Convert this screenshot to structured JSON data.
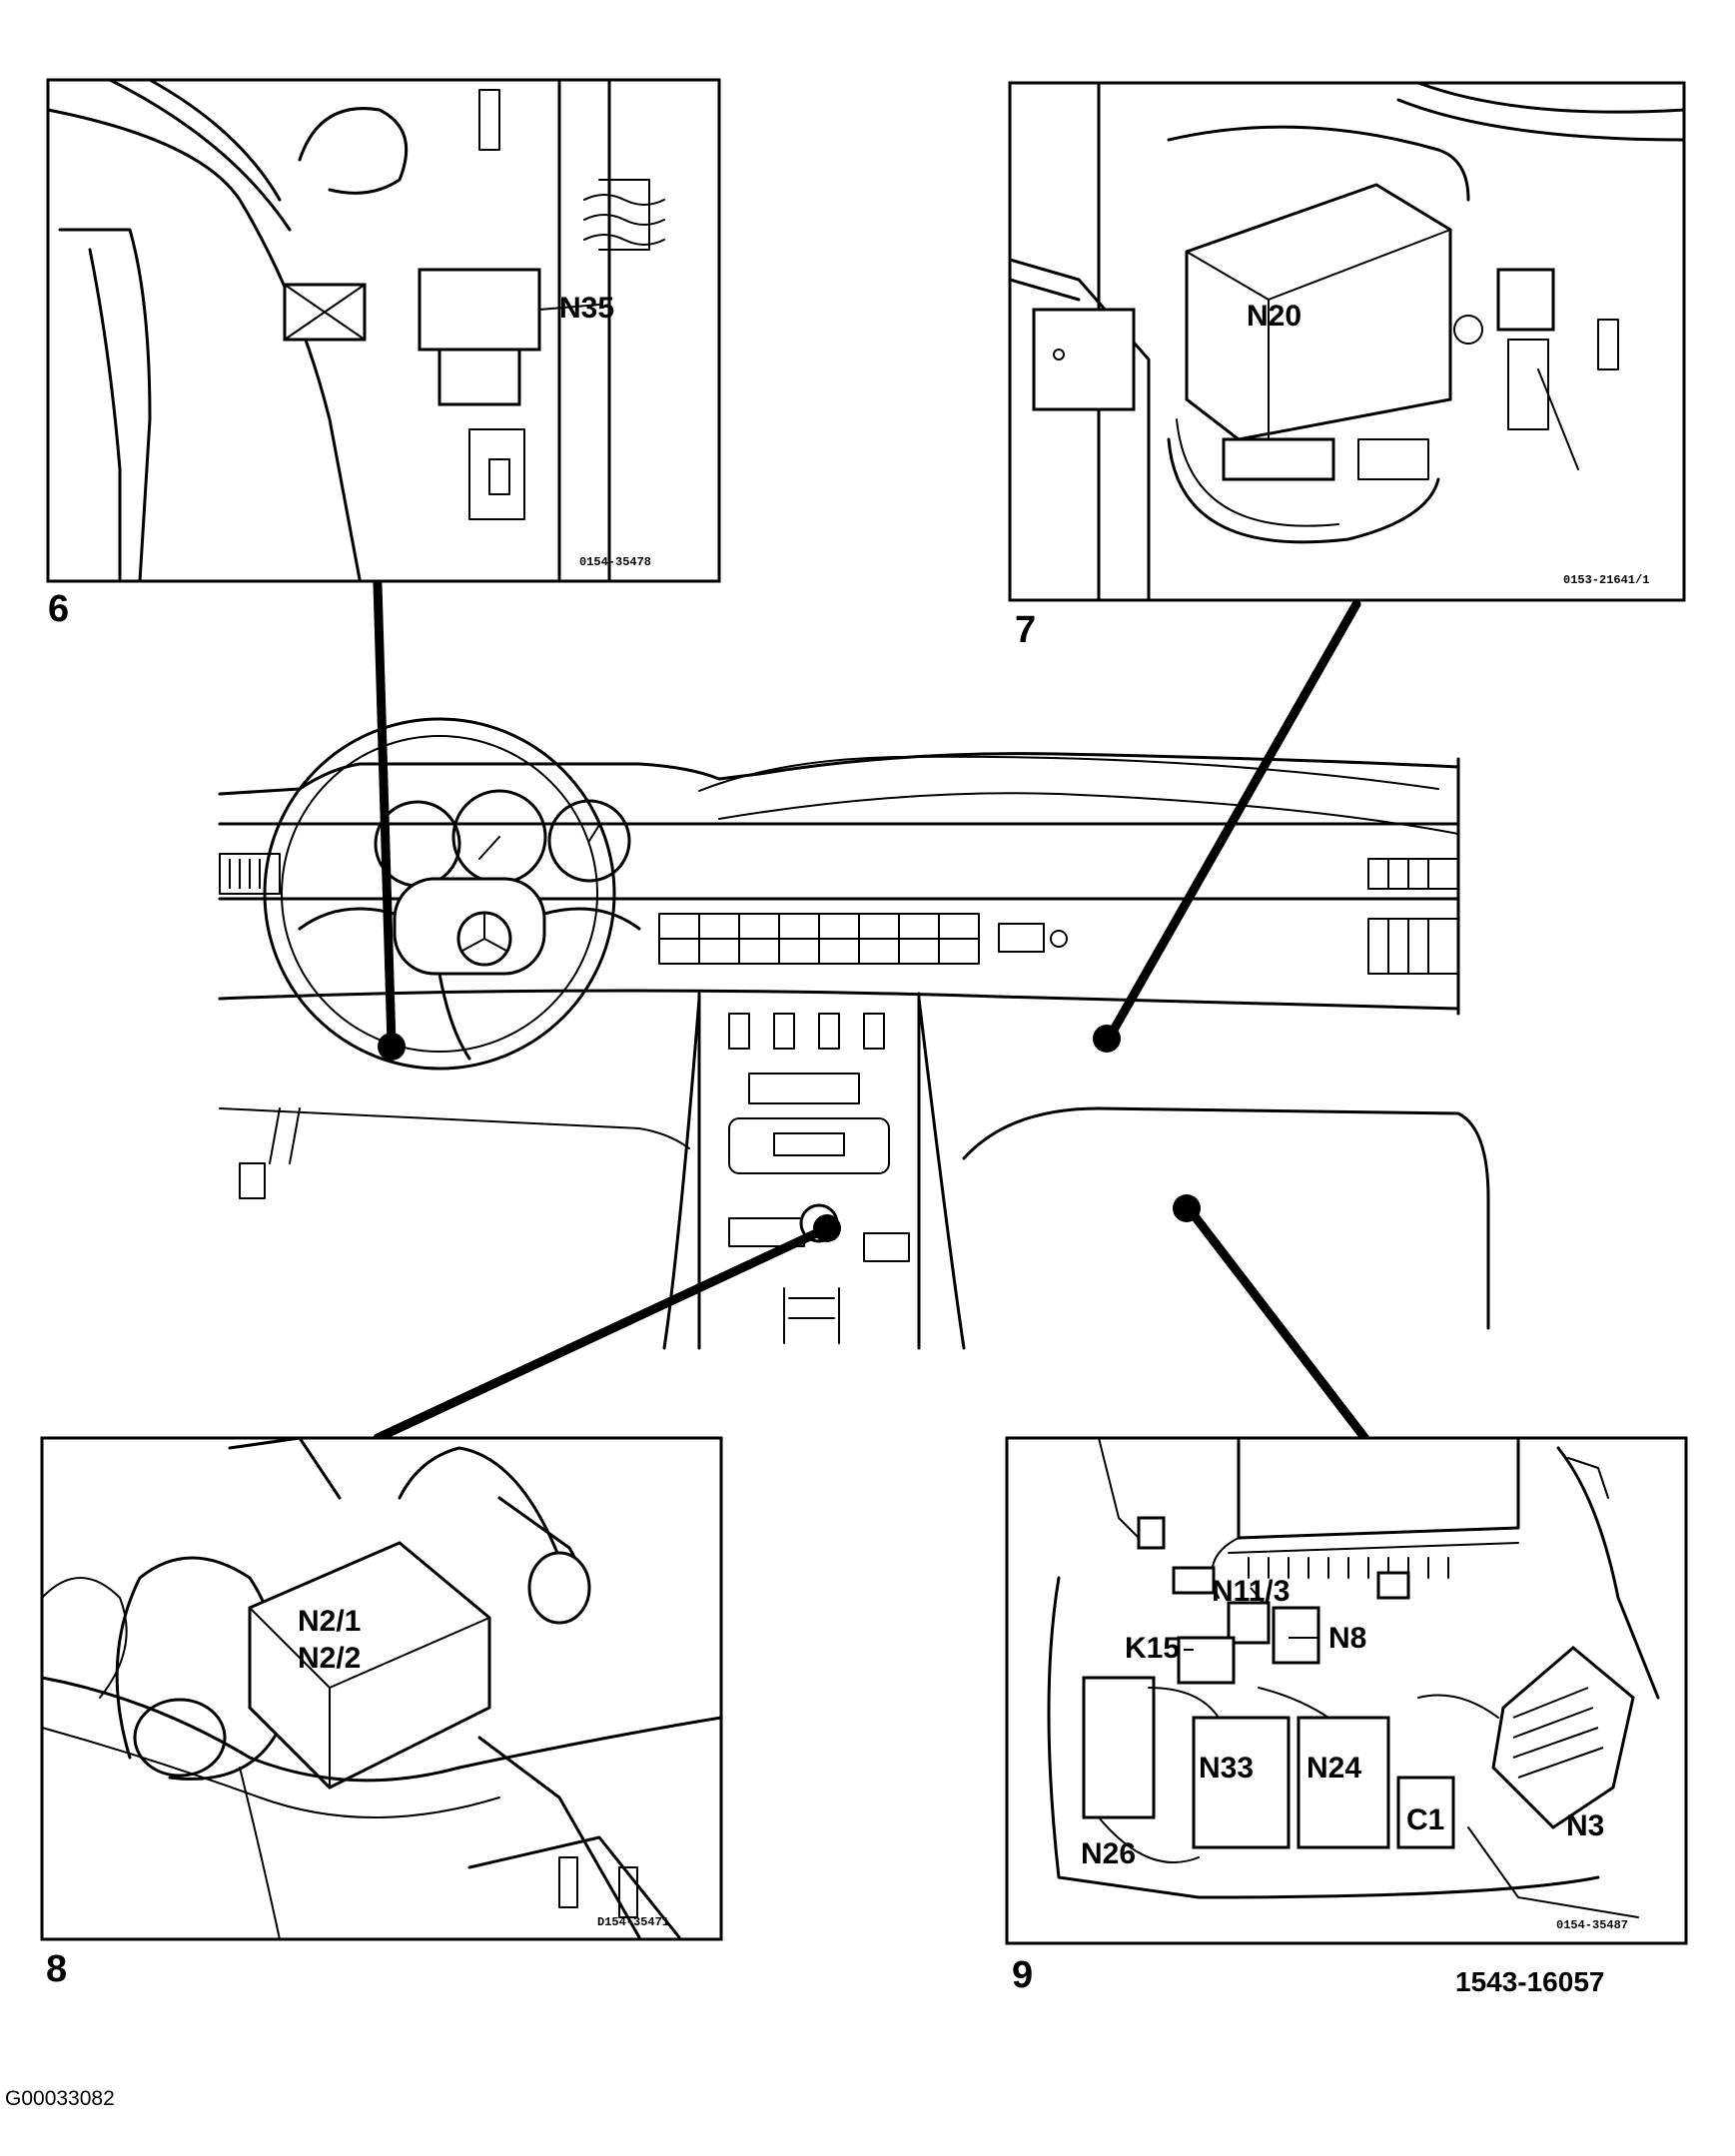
{
  "panels": [
    {
      "number": "6",
      "labels": [
        "N35"
      ],
      "code": "0154-35478"
    },
    {
      "number": "7",
      "labels": [
        "N20"
      ],
      "code": "0153-21641/1"
    },
    {
      "number": "8",
      "labels": [
        "N2/1",
        "N2/2"
      ],
      "code": "D154-35471"
    },
    {
      "number": "9",
      "labels": [
        "N11/3",
        "N8",
        "K15",
        "N33",
        "N24",
        "C1",
        "N3",
        "N26"
      ],
      "code": "0154-35487"
    }
  ],
  "figure_number": "1543-16057",
  "image_id": "G00033082"
}
